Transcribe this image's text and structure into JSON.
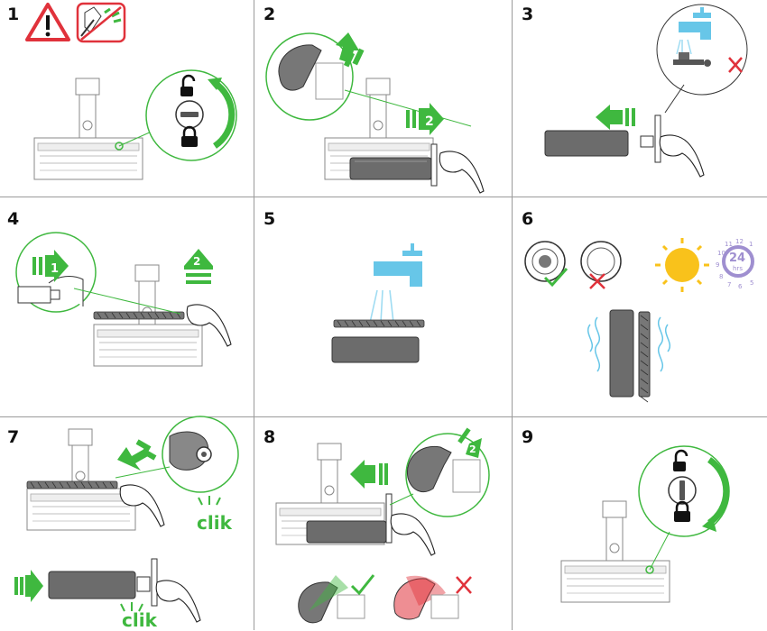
{
  "steps": {
    "s1": "1",
    "s2": "2",
    "s3": "3",
    "s4": "4",
    "s5": "5",
    "s6": "6",
    "s7": "7",
    "s8": "8",
    "s9": "9"
  },
  "arrow_labels": {
    "two": "2",
    "one": "1"
  },
  "clock": {
    "value": "24",
    "unit": "hrs",
    "numbers": [
      "11",
      "12",
      "1",
      "10",
      "9",
      "8",
      "7",
      "6",
      "5"
    ]
  },
  "sounds": {
    "clik_a": "clik",
    "clik_b": "clik"
  },
  "colors": {
    "accent_green": "#3fb83f",
    "warning_red": "#e0323b",
    "water_blue": "#67c6e8",
    "sun_yellow": "#f9c21b",
    "clock_purple": "#9f8fd0",
    "roller_grey": "#6c6c6c"
  },
  "icons": [
    "warning-triangle-icon",
    "unlock-icon",
    "lock-icon",
    "check-icon",
    "cross-icon",
    "tap-icon",
    "sun-icon",
    "clock-icon",
    "hand-icon"
  ]
}
